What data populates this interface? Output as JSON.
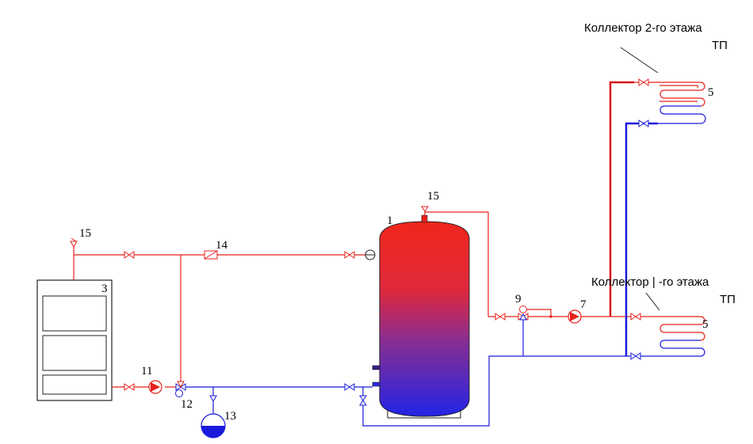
{
  "labels": {
    "collector_2": "Коллектор 2-го этажа",
    "collector_2_tp": "ТП",
    "collector_1": "Коллектор | -го этажа",
    "collector_1_tp": "ТП"
  },
  "numbers": {
    "n1": "1",
    "n3": "3",
    "n5_top": "5",
    "n5_bottom": "5",
    "n7": "7",
    "n9": "9",
    "n11": "11",
    "n12": "12",
    "n13": "13",
    "n14": "14",
    "n15_left": "15",
    "n15_tank": "15"
  },
  "colors": {
    "hot": "#e8201c",
    "cold": "#1a1adc",
    "tank_top": "#ee2a1f",
    "tank_mid": "#8a2a8a",
    "tank_bottom": "#2a2ae0"
  }
}
